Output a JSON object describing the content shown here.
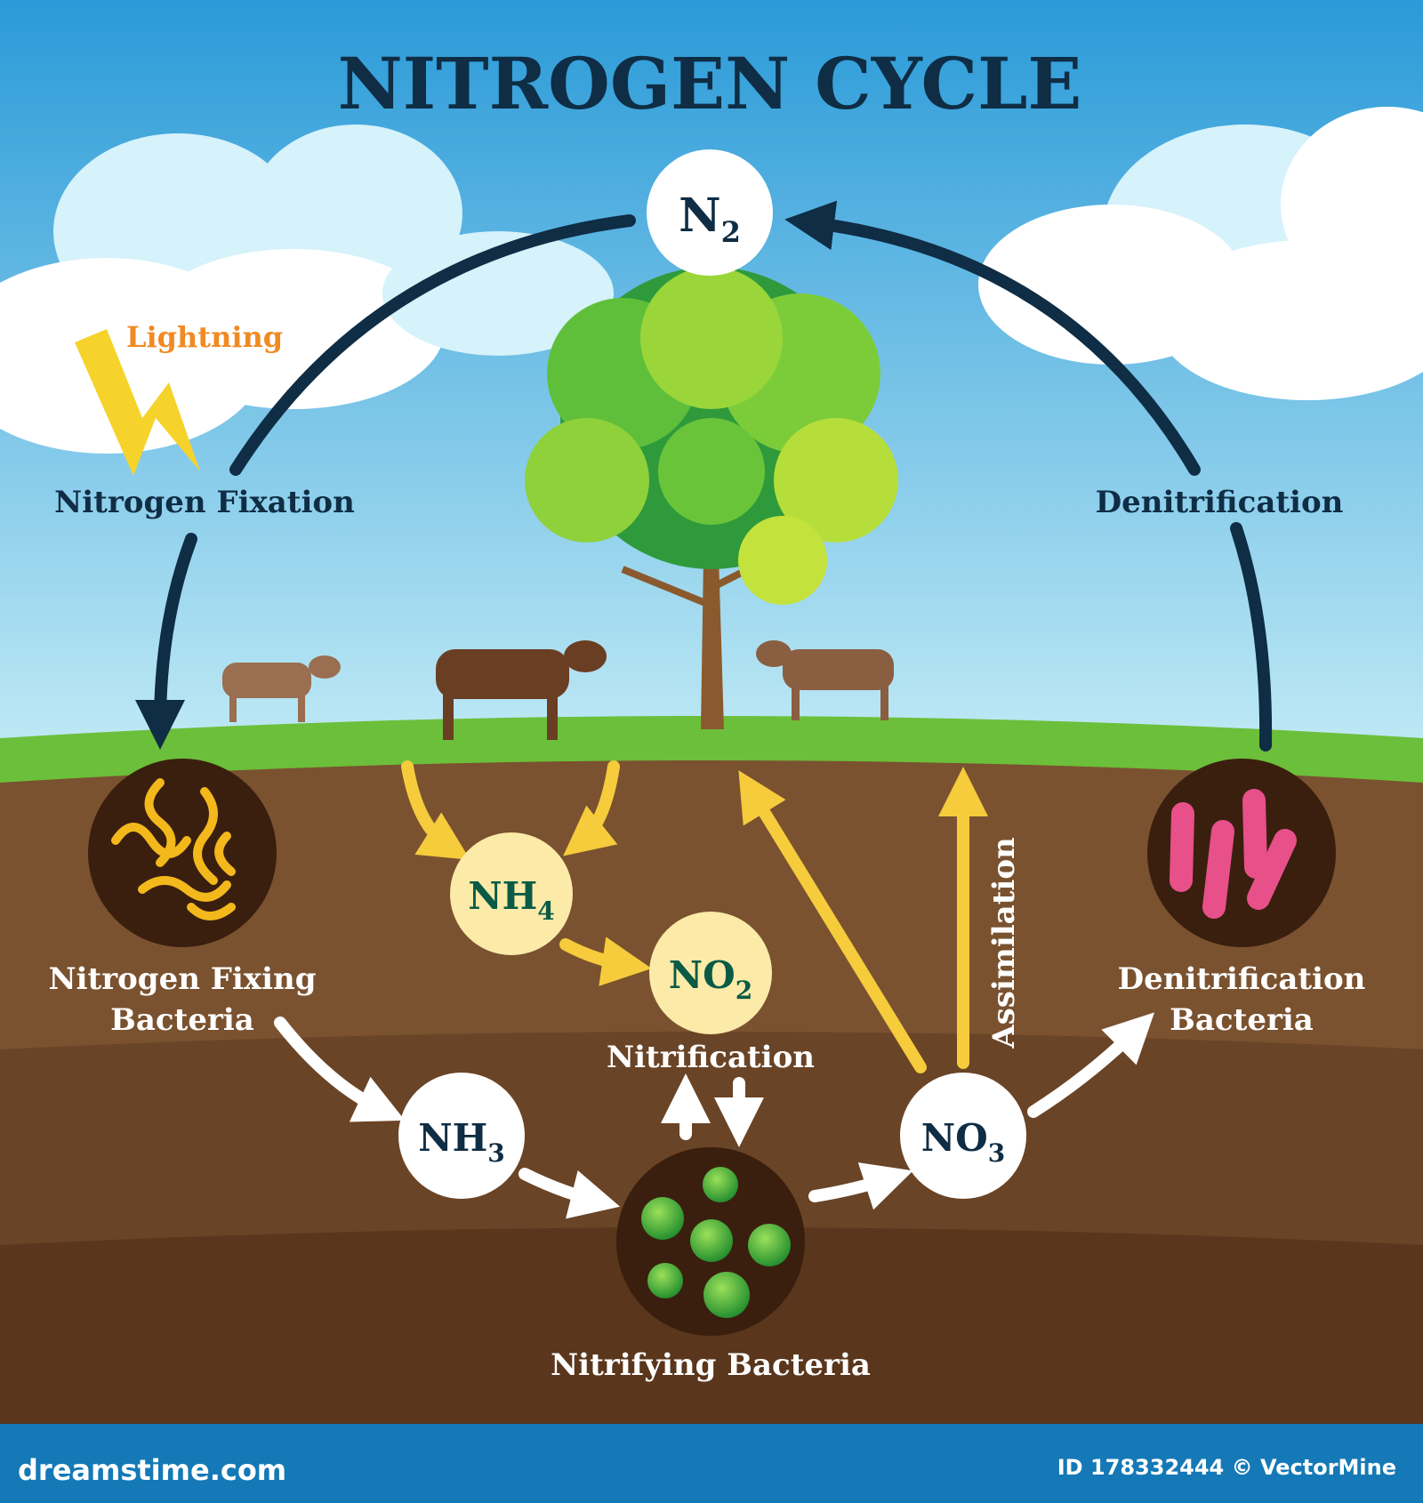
{
  "title": "NITROGEN CYCLE",
  "nodes": {
    "n2": {
      "base": "N",
      "sub": "2"
    },
    "nh4": {
      "base": "NH",
      "sub": "4"
    },
    "no2": {
      "base": "NO",
      "sub": "2"
    },
    "nh3": {
      "base": "NH",
      "sub": "3"
    },
    "no3": {
      "base": "NO",
      "sub": "3"
    }
  },
  "labels": {
    "lightning": "Lightning",
    "nitrogen_fixation": "Nitrogen Fixation",
    "denitrification": "Denitrification",
    "nfb_line1": "Nitrogen Fixing",
    "nfb_line2": "Bacteria",
    "db_line1": "Denitrification",
    "db_line2": "Bacteria",
    "nitrification": "Nitrification",
    "assimilation": "Assimilation",
    "nitrifying_bacteria": "Nitrifying Bacteria"
  },
  "footer": {
    "site": "dreamstime.com",
    "credit": "ID 178332444 © VectorMine"
  },
  "colors": {
    "sky_top": "#2a9ad8",
    "sky_bottom": "#b8e4f4",
    "grass": "#6cbf3a",
    "soil1": "#7a5230",
    "soil2": "#6a4426",
    "soil3": "#5a361c",
    "dark_arrow": "#0f2d44",
    "yellow": "#f6cb3c",
    "node_text": "#0a5a46",
    "footer_bar": "#1479b6"
  }
}
